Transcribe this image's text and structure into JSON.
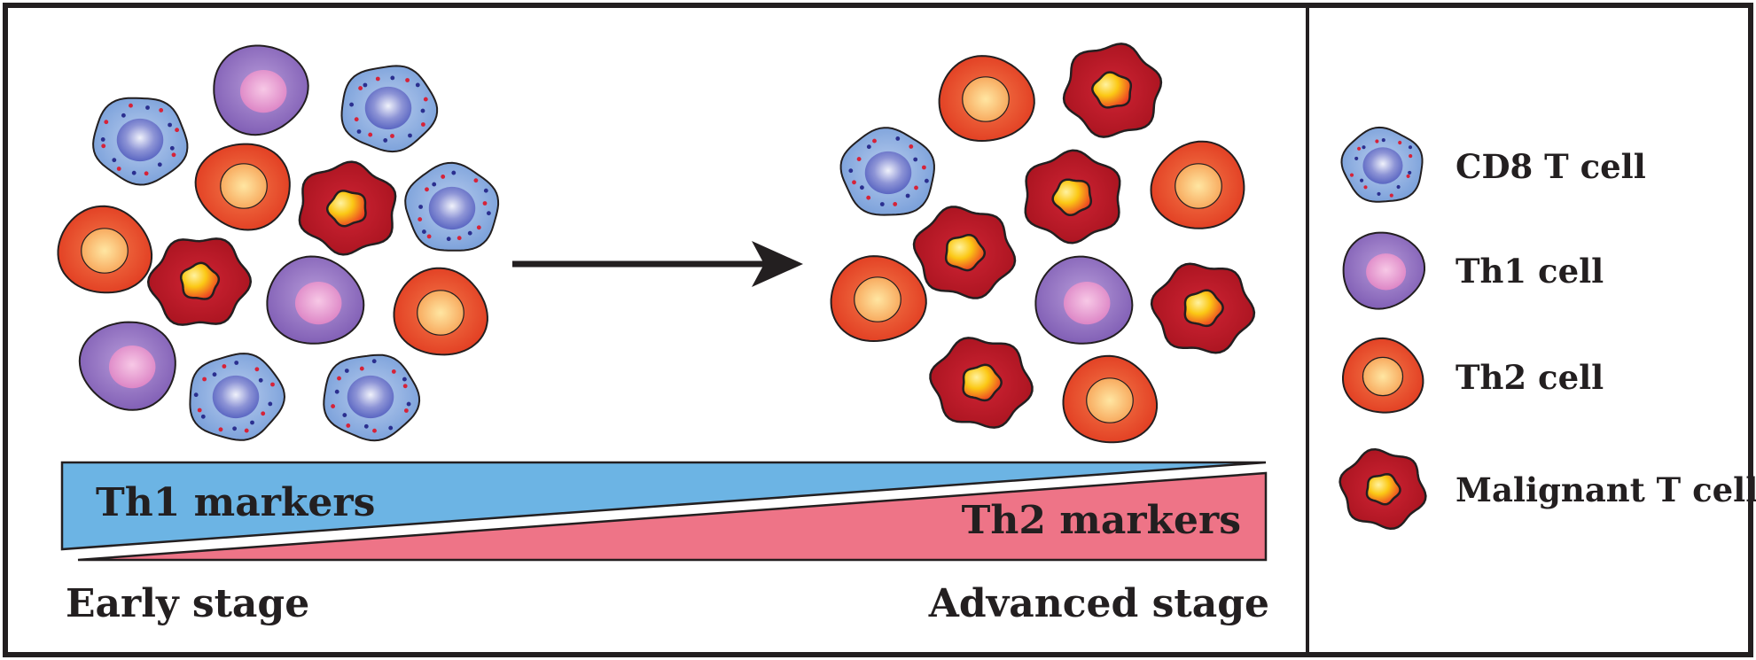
{
  "labels": {
    "th1_markers": "Th1 markers",
    "th2_markers": "Th2 markers",
    "early_stage": "Early stage",
    "advanced_stage": "Advanced stage"
  },
  "legend": [
    {
      "type": "cd8",
      "label": "CD8 T cell"
    },
    {
      "type": "th1",
      "label": "Th1 cell"
    },
    {
      "type": "th2",
      "label": "Th2 cell"
    },
    {
      "type": "mal",
      "label": "Malignant T cell"
    }
  ],
  "colors": {
    "cd8_body": "#8fb0e0",
    "th1_body": "#9b7cc4",
    "th2_body": "#e8502e",
    "malignant_body": "#be1e2d",
    "th1_marker_band": "#6cb4e4",
    "th2_marker_band": "#ee7487",
    "outline": "#231f20"
  }
}
